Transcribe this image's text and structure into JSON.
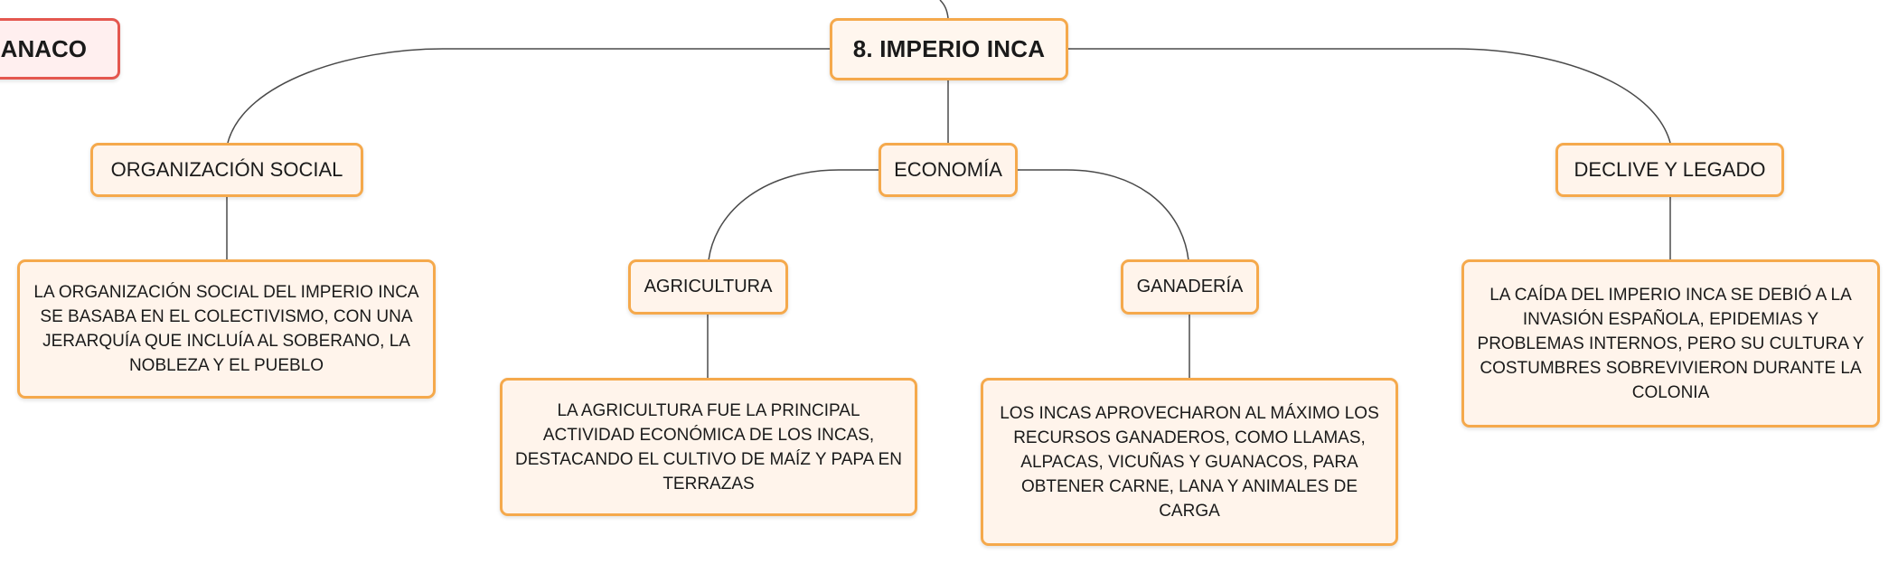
{
  "previous_topic": "UANACO",
  "root": "8. IMPERIO INCA",
  "branches": {
    "social": {
      "title": "ORGANIZACIÓN SOCIAL",
      "detail": "LA ORGANIZACIÓN SOCIAL DEL IMPERIO INCA SE BASABA EN EL COLECTIVISMO, CON UNA JERARQUÍA QUE INCLUÍA AL SOBERANO, LA NOBLEZA Y EL PUEBLO"
    },
    "economia": {
      "title": "ECONOMÍA",
      "agricultura": {
        "title": "AGRICULTURA",
        "detail": "LA AGRICULTURA FUE LA PRINCIPAL ACTIVIDAD ECONÓMICA DE LOS INCAS, DESTACANDO EL CULTIVO DE MAÍZ Y PAPA EN TERRAZAS"
      },
      "ganaderia": {
        "title": "GANADERÍA",
        "detail": "LOS INCAS APROVECHARON AL MÁXIMO LOS RECURSOS GANADEROS, COMO LLAMAS, ALPACAS, VICUÑAS Y GUANACOS, PARA OBTENER CARNE, LANA Y ANIMALES DE CARGA"
      }
    },
    "declive": {
      "title": "DECLIVE Y LEGADO",
      "detail": "LA CAÍDA DEL IMPERIO INCA SE DEBIÓ A LA INVASIÓN ESPAÑOLA, EPIDEMIAS Y PROBLEMAS INTERNOS, PERO SU CULTURA Y COSTUMBRES SOBREVIVIERON DURANTE LA COLONIA"
    }
  },
  "colors": {
    "node_fill": "#fff4eb",
    "node_border": "#f5a94c",
    "previous_node_border": "#e4574f",
    "connector": "#4a4a4a"
  }
}
